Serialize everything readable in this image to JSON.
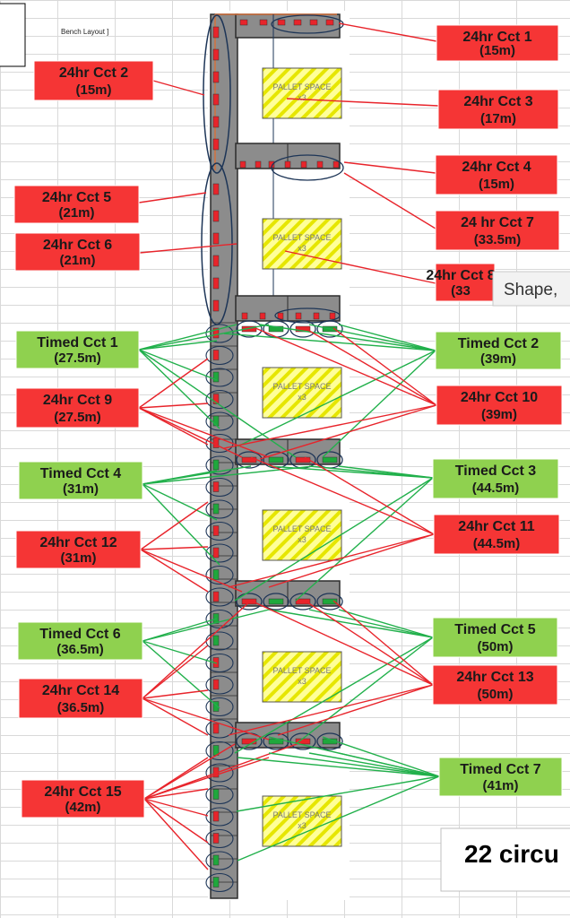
{
  "sheet": {
    "title": "Bench Layout ]"
  },
  "colors": {
    "red_box": "#f53535",
    "green_box": "#8fd14f",
    "red_line": "#e8242b",
    "green_line": "#21b04b",
    "bench_fill": "#8c8c8c",
    "bench_border": "#2d2d2d",
    "pallet_fill": "#ffff99",
    "pallet_stripe": "#e6e600",
    "socket_red": "#e8242b",
    "socket_green": "#1fa83c",
    "ellipse_stroke": "#1d3557"
  },
  "pallet": {
    "label": "PALLET SPACE",
    "qty": "x3"
  },
  "tooltip": {
    "text": "Shape,"
  },
  "summary": {
    "text": "22 circu"
  },
  "circuits": [
    {
      "id": "c1",
      "title": "24hr Cct 1",
      "length": "(15m)",
      "color": "red"
    },
    {
      "id": "c2",
      "title": "24hr Cct 2",
      "length": "(15m)",
      "color": "red"
    },
    {
      "id": "c3",
      "title": "24hr Cct 3",
      "length": "(17m)",
      "color": "red"
    },
    {
      "id": "c4",
      "title": "24hr Cct 4",
      "length": "(15m)",
      "color": "red"
    },
    {
      "id": "c5",
      "title": "24hr Cct 5",
      "length": "(21m)",
      "color": "red"
    },
    {
      "id": "c6",
      "title": "24hr Cct 6",
      "length": "(21m)",
      "color": "red"
    },
    {
      "id": "c7",
      "title": "24 hr Cct 7",
      "length": "(33.5m)",
      "color": "red"
    },
    {
      "id": "c8",
      "title": "24hr Cct 8",
      "length": "(33",
      "color": "red"
    },
    {
      "id": "t1",
      "title": "Timed Cct 1",
      "length": "(27.5m)",
      "color": "green"
    },
    {
      "id": "t2",
      "title": "Timed Cct 2",
      "length": "(39m)",
      "color": "green"
    },
    {
      "id": "c9",
      "title": "24hr Cct 9",
      "length": "(27.5m)",
      "color": "red"
    },
    {
      "id": "c10",
      "title": "24hr Cct 10",
      "length": "(39m)",
      "color": "red"
    },
    {
      "id": "t4",
      "title": "Timed Cct 4",
      "length": "(31m)",
      "color": "green"
    },
    {
      "id": "t3",
      "title": "Timed Cct 3",
      "length": "(44.5m)",
      "color": "green"
    },
    {
      "id": "c12",
      "title": "24hr Cct 12",
      "length": "(31m)",
      "color": "red"
    },
    {
      "id": "c11",
      "title": "24hr Cct 11",
      "length": "(44.5m)",
      "color": "red"
    },
    {
      "id": "t6",
      "title": "Timed Cct 6",
      "length": "(36.5m)",
      "color": "green"
    },
    {
      "id": "t5",
      "title": "Timed Cct 5",
      "length": "(50m)",
      "color": "green"
    },
    {
      "id": "c14",
      "title": "24hr Cct 14",
      "length": "(36.5m)",
      "color": "red"
    },
    {
      "id": "c13",
      "title": "24hr Cct 13",
      "length": "(50m)",
      "color": "red"
    },
    {
      "id": "c15",
      "title": "24hr Cct 15",
      "length": "(42m)",
      "color": "red"
    },
    {
      "id": "t7",
      "title": "Timed Cct 7",
      "length": "(41m)",
      "color": "green"
    }
  ]
}
